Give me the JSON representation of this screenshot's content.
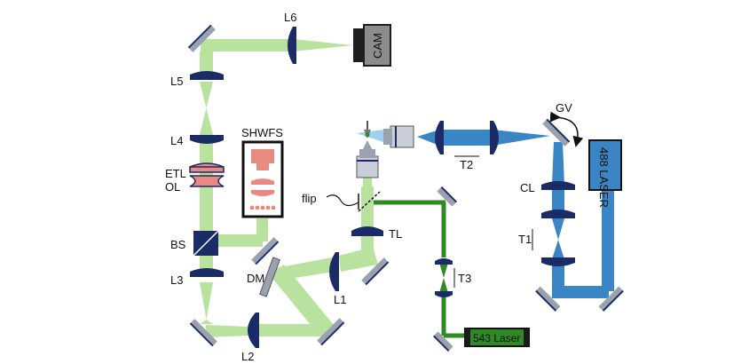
{
  "colors": {
    "beam_light_green": "#b9e29f",
    "beam_green": "#2f8a25",
    "beam_blue": "#3a86c4",
    "lens_navy": "#1b2b66",
    "mirror_gray": "#9aa2b0",
    "laser_488_fill": "#3a86c4",
    "laser_543_fill": "#2f8a25",
    "shwfs_salmon": "#e98a82",
    "camera_gray": "#8c8c8c"
  },
  "labels": {
    "cam": "CAM",
    "l6": "L6",
    "l5": "L5",
    "l4": "L4",
    "shwfs": "SHWFS",
    "etl": "ETL",
    "ol": "OL",
    "bs": "BS",
    "l3": "L3",
    "dm": "DM",
    "l2": "L2",
    "l1": "L1",
    "flip": "flip",
    "tl": "TL",
    "t3": "T3",
    "laser543": "543 Laser",
    "t2": "T2",
    "gv": "GV",
    "laser488": "488 LASER",
    "cl": "CL",
    "t1": "T1"
  },
  "icons": {
    "flip_arrow": "curved-line-icon",
    "galvo_rotation": "curved-double-arrow-icon"
  }
}
